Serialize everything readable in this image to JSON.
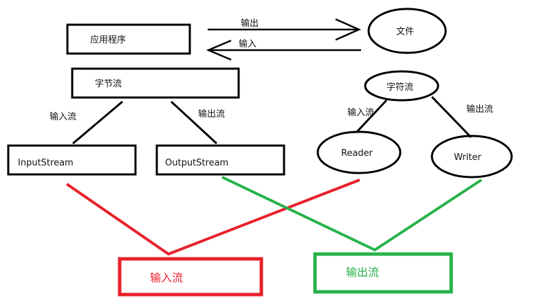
{
  "nodes": {
    "app": "应用程序",
    "file": "文件",
    "byte_stream": "字节流",
    "char_stream": "字符流",
    "input_stream": "InputStream",
    "output_stream": "OutputStream",
    "reader": "Reader",
    "writer": "Writer",
    "input_result": "输入流",
    "output_result": "输出流"
  },
  "edges": {
    "app_to_file": "输出",
    "file_to_app": "输入",
    "byte_input": "输入流",
    "byte_output": "输出流",
    "char_input": "输入流",
    "char_output": "输出流"
  },
  "colors": {
    "ink": "#000000",
    "input": "#e8202a",
    "output": "#27b24a"
  }
}
